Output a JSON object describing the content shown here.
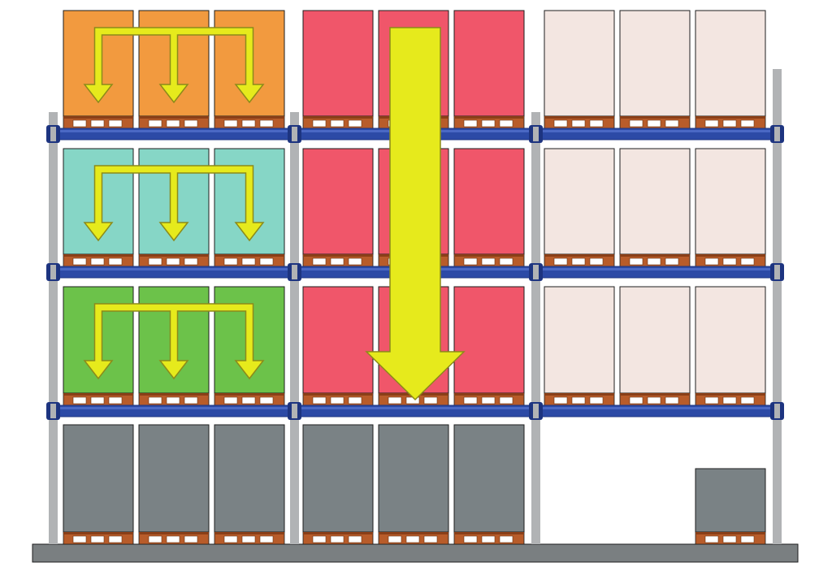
{
  "colors": {
    "background": "#ffffff",
    "floor": "#7a7f81",
    "upright": "#b1b3b5",
    "beam": "#2c4aa6",
    "beam_dark": "#1d3480",
    "pallet_wood": "#b85c2a",
    "pallet_slot": "#ffffff",
    "outline": "#1e1e1e",
    "arrow_fill": "#e6ea1c",
    "arrow_stroke": "#8c8a1a",
    "load_orange": "#f29a3f",
    "load_teal": "#86d6c6",
    "load_green": "#6cc24a",
    "load_red": "#f0566a",
    "load_cream": "#f3e6e1",
    "load_grey": "#7a8285"
  },
  "diagram": {
    "type": "pallet-racking-loading-flow",
    "bays": [
      {
        "id": "bay-1",
        "levels": [
          {
            "level": 4,
            "load_color": "load_orange",
            "slots": 3,
            "arrow": "branch-3"
          },
          {
            "level": 3,
            "load_color": "load_teal",
            "slots": 3,
            "arrow": "branch-3"
          },
          {
            "level": 2,
            "load_color": "load_green",
            "slots": 3,
            "arrow": "branch-3"
          },
          {
            "level": 1,
            "load_color": "load_grey",
            "slots": 3,
            "arrow": "none"
          }
        ]
      },
      {
        "id": "bay-2",
        "levels": [
          {
            "level": 4,
            "load_color": "load_red",
            "slots": 3,
            "arrow": "vertical-drop"
          },
          {
            "level": 3,
            "load_color": "load_red",
            "slots": 3,
            "arrow": "vertical-drop"
          },
          {
            "level": 2,
            "load_color": "load_red",
            "slots": 3,
            "arrow": "vertical-drop"
          },
          {
            "level": 1,
            "load_color": "load_grey",
            "slots": 3,
            "arrow": "none"
          }
        ]
      },
      {
        "id": "bay-3",
        "levels": [
          {
            "level": 4,
            "load_color": "load_cream",
            "slots": 3,
            "arrow": "none"
          },
          {
            "level": 3,
            "load_color": "load_cream",
            "slots": 3,
            "arrow": "none"
          },
          {
            "level": 2,
            "load_color": "load_cream",
            "slots": 3,
            "arrow": "none"
          },
          {
            "level": 1,
            "load_color": "load_grey",
            "slots": 1,
            "slot_positions": [
              3
            ],
            "short": true,
            "arrow": "none"
          }
        ]
      }
    ]
  }
}
